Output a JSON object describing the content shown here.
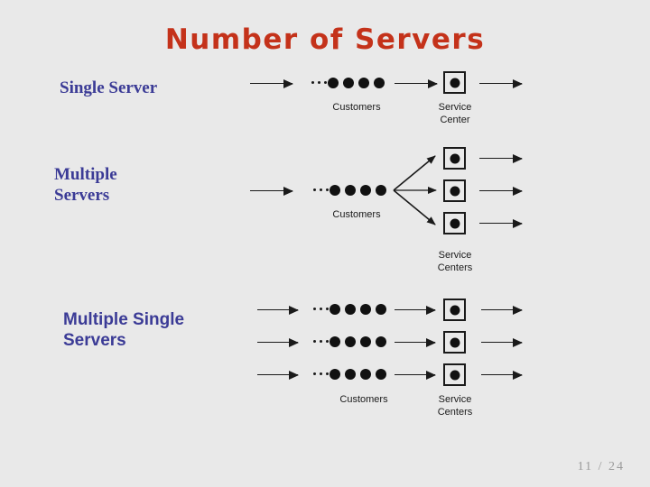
{
  "slide": {
    "title": "Number of Servers",
    "background_color": "#e9e9e9",
    "title_color": "#c4321a",
    "label_color": "#3b3b96"
  },
  "sections": [
    {
      "id": "single-server",
      "label": "Single Server",
      "customers_caption": "Customers",
      "service_caption": "Service\nCenter",
      "queues": 1,
      "servers": 1,
      "customers_per_queue": 4,
      "ellipsis_dots": 3
    },
    {
      "id": "multiple-servers",
      "label": "Multiple\nServers",
      "customers_caption": "Customers",
      "service_caption": "Service\nCenters",
      "queues": 1,
      "servers": 3,
      "customers_per_queue": 4,
      "ellipsis_dots": 3
    },
    {
      "id": "multiple-single-servers",
      "label": "Multiple Single\nServers",
      "customers_caption": "Customers",
      "service_caption": "Service\nCenters",
      "queues": 3,
      "servers": 3,
      "customers_per_queue": 4,
      "ellipsis_dots": 3
    }
  ],
  "footer": {
    "page_current": "11",
    "page_separator": "/",
    "page_total": "24",
    "page_counter": "11  /  24"
  }
}
